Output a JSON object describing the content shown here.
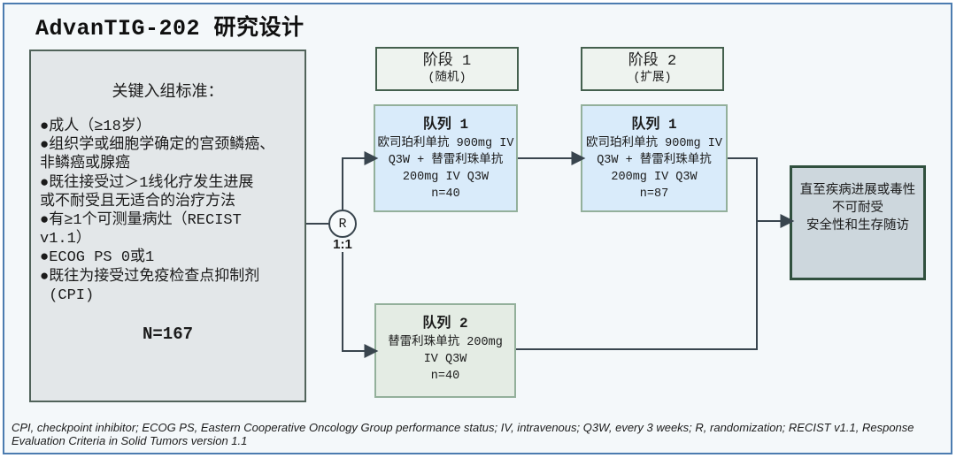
{
  "title": "AdvanTIG-202 研究设计",
  "inclusion": {
    "heading": "关键入组标准：",
    "bullets": [
      {
        "lines": [
          "●成人（≥18岁）"
        ]
      },
      {
        "lines": [
          "●组织学或细胞学确定的宫颈鳞癌、",
          "非鳞癌或腺癌"
        ]
      },
      {
        "lines": [
          "●既往接受过＞1线化疗发生进展",
          "或不耐受且无适合的治疗方法"
        ]
      },
      {
        "lines": [
          "●有≥1个可测量病灶（RECIST",
          "v1.1）"
        ]
      },
      {
        "lines": [
          "●ECOG PS 0或1"
        ]
      },
      {
        "lines": [
          "●既往为接受过免疫检查点抑制剂",
          " (CPI)"
        ]
      }
    ],
    "n_total": "N=167"
  },
  "phases": [
    {
      "title": "阶段 1",
      "subtitle": "(随机)"
    },
    {
      "title": "阶段 2",
      "subtitle": "(扩展)"
    }
  ],
  "randomization": {
    "symbol": "R",
    "ratio": "1:1"
  },
  "cohorts": {
    "cohort1_phase1": {
      "title": "队列 1",
      "lines": [
        "欧司珀利单抗 900mg IV",
        "Q3W + 替雷利珠单抗",
        "200mg IV Q3W"
      ],
      "n": "n=40"
    },
    "cohort1_phase2": {
      "title": "队列 1",
      "lines": [
        "欧司珀利单抗 900mg IV",
        "Q3W + 替雷利珠单抗",
        "200mg IV Q3W"
      ],
      "n": "n=87"
    },
    "cohort2": {
      "title": "队列 2",
      "lines": [
        "替雷利珠单抗 200mg",
        "IV Q3W"
      ],
      "n": "n=40"
    }
  },
  "followup": {
    "lines": [
      "直至疾病进展或毒性",
      "不可耐受",
      "安全性和生存随访"
    ]
  },
  "footnote": "CPI, checkpoint inhibitor; ECOG PS, Eastern Cooperative Oncology Group performance status; IV, intravenous; Q3W, every 3 weeks; R, randomization; RECIST v1.1, Response Evaluation Criteria in Solid Tumors version 1.1",
  "colors": {
    "frame_border": "#4c7cb0",
    "canvas_bg": "#f4f8fa",
    "inclusion_fill": "#e3e7e9",
    "inclusion_border": "#51635a",
    "phase_header_fill": "#eef3ef",
    "phase_header_border": "#44604e",
    "cohort_blue_fill": "#d9ebfa",
    "cohort_green_fill": "#e4ece4",
    "cohort_border": "#93b09b",
    "followup_fill": "#cdd7dd",
    "followup_border": "#30503e",
    "connector": "#39454e"
  }
}
